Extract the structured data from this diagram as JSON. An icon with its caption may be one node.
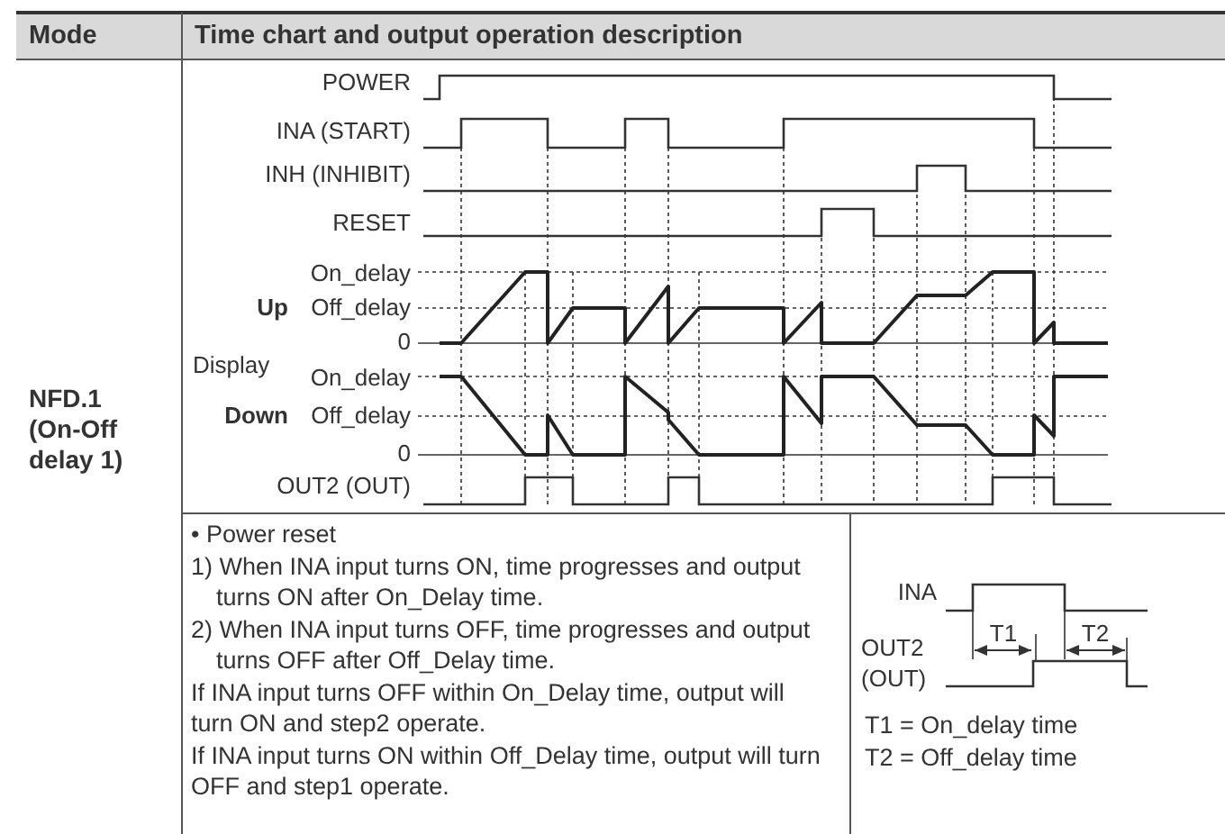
{
  "diagram": {
    "labels": [
      "Mode",
      "Time chart and output operation description",
      "POWER",
      "INA (START)",
      "INH (INHIBIT)",
      "RESET",
      "On_delay",
      "Up",
      "Off_delay",
      "0",
      "Display",
      "On_delay",
      "Down",
      "Off_delay",
      "0",
      "OUT2 (OUT)",
      "NFD.1 (On-Off delay 1)",
      "• Power reset",
      "1) When INA input turns ON, time progresses and output turns ON after On_Delay time.",
      "2) When INA input turns OFF, time progresses and output turns OFF after Off_Delay time.",
      "If INA input turns OFF within On_Delay time, output will turn ON and step2 operate.",
      "If INA input turns ON within Off_Delay time, output will turn OFF and step1 operate.",
      "INA",
      "OUT2 (OUT)",
      "T1",
      "T2",
      "T1 = On_delay time",
      "T2 = Off_delay time"
    ]
  }
}
